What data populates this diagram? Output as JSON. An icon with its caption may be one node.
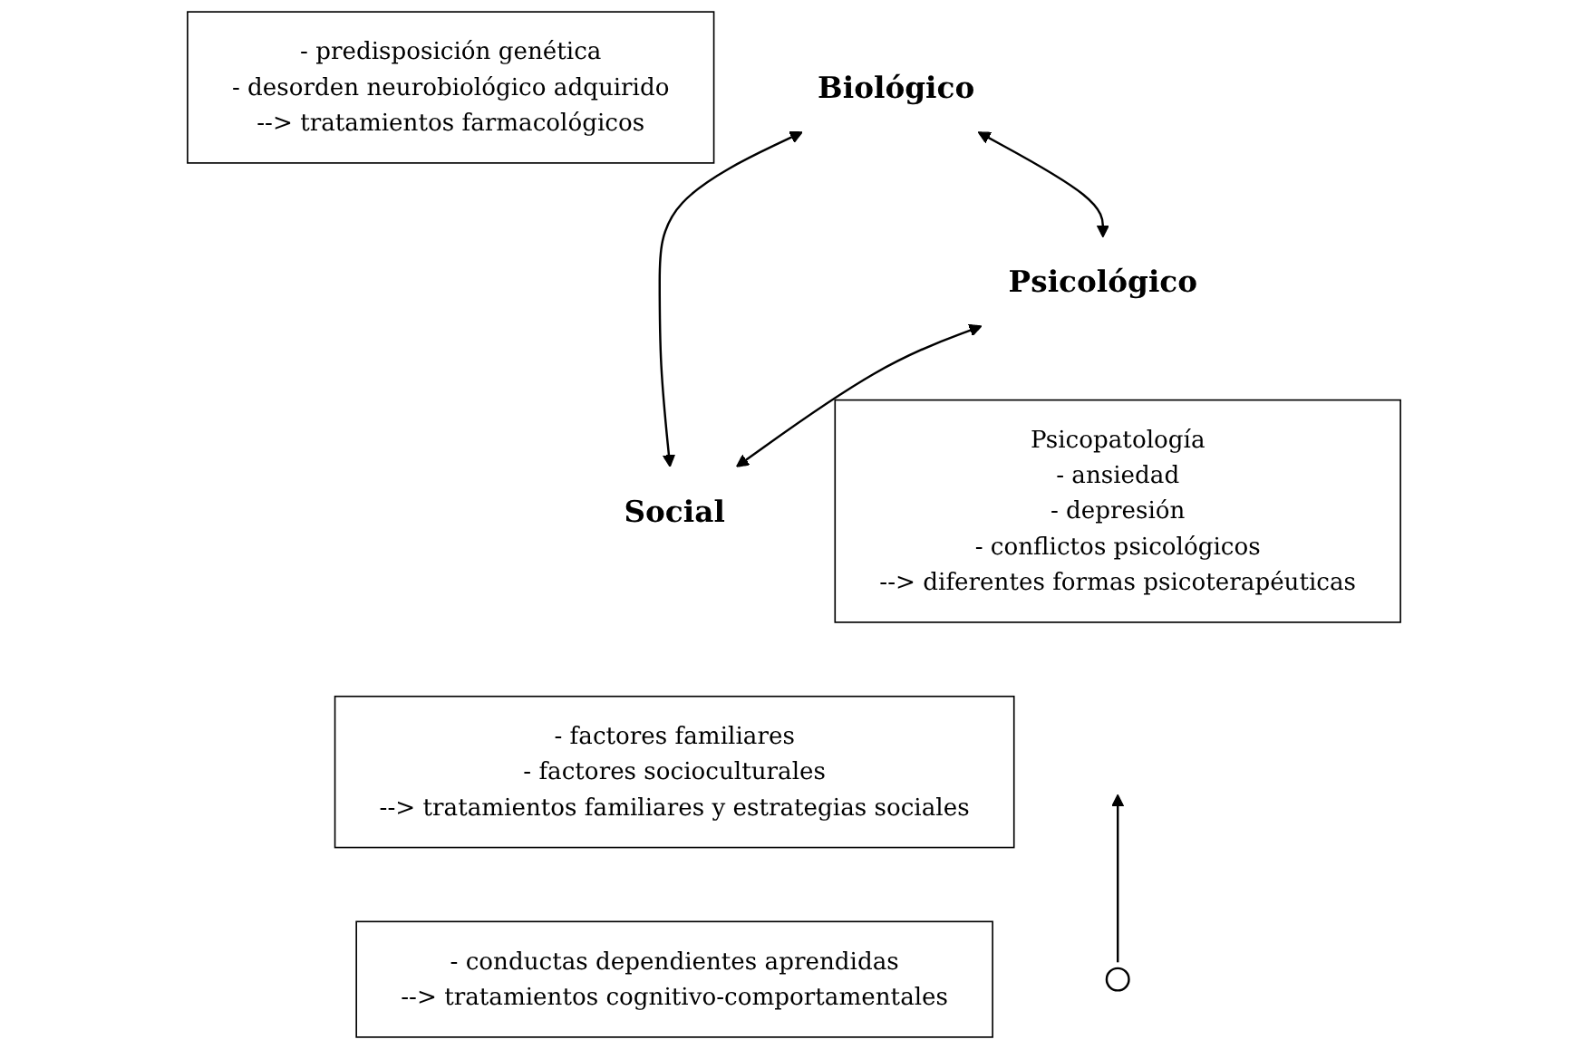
{
  "diagram": {
    "nodes": [
      {
        "text": [
          "- predisposición genética",
          "- desorden neurobiológico adquirido",
          "--> tratamientos farmacológicos"
        ]
      },
      {
        "text": [
          "Biológico"
        ]
      },
      {
        "text": [
          "Psicológico"
        ]
      },
      {
        "text": [
          "Social"
        ]
      },
      {
        "text": [
          "Psicopatología",
          "- ansiedad",
          "- depresión",
          "- conflictos psicológicos",
          "--> diferentes formas psicoterapéuticas"
        ]
      },
      {
        "text": [
          "- factores familiares",
          "- factores socioculturales",
          "--> tratamientos familiares y estrategias sociales"
        ]
      },
      {
        "text": [],
        "shape": "circle"
      },
      {
        "text": [
          "- conductas dependientes aprendidas",
          "--> tratamientos cognitivo-comportamentales"
        ]
      }
    ],
    "edges": [
      {
        "from": 1,
        "to": 2,
        "arrow": "both"
      },
      {
        "from": 1,
        "to": 3,
        "arrow": "both"
      },
      {
        "from": 2,
        "to": 3,
        "arrow": "both"
      },
      {
        "from": 6,
        "to": null,
        "arrow": "to"
      }
    ]
  }
}
